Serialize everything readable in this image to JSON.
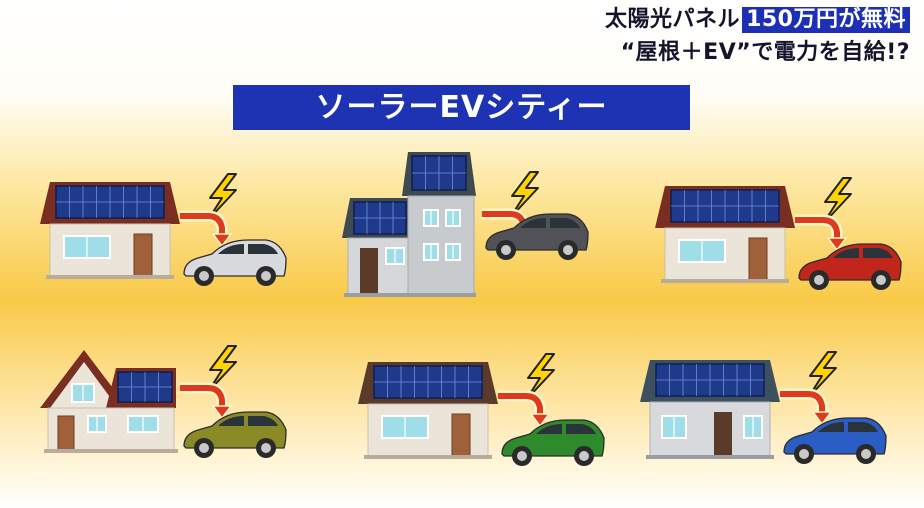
{
  "caption": {
    "line1_prefix": "太陽光パネル",
    "line1_highlight": "150万円が無料",
    "line2": "“屋根＋EV”で電力を自給!?"
  },
  "title": "ソーラーEVシティー",
  "colors": {
    "banner_blue": "#1e32b4",
    "arrow_red": "#e03a1e",
    "bolt_yellow": "#ffd400"
  },
  "scenes": [
    {
      "house": "one-story-house",
      "roof_color": "#7a2e22",
      "car_color": "#d8dadd"
    },
    {
      "house": "two-story-house",
      "roof_color": "#3d4a52",
      "car_color": "#505257"
    },
    {
      "house": "one-story-house",
      "roof_color": "#7a2e22",
      "car_color": "#c0261c"
    },
    {
      "house": "gabled-house",
      "roof_color": "#7a2e22",
      "car_color": "#8a8a26"
    },
    {
      "house": "one-story-house",
      "roof_color": "#5a3a2a",
      "car_color": "#2f8a2c"
    },
    {
      "house": "one-story-house",
      "roof_color": "#3d5060",
      "car_color": "#2a5ec4"
    }
  ]
}
